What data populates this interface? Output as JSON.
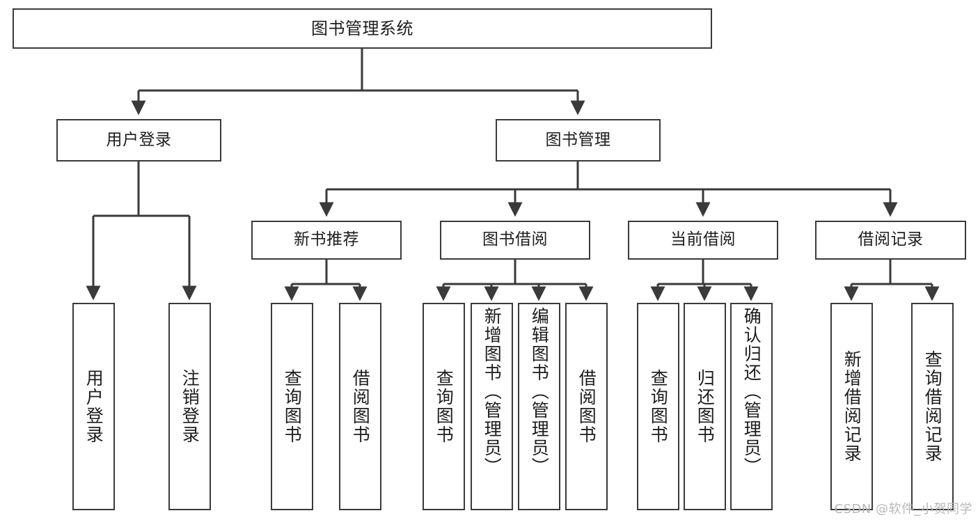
{
  "diagram": {
    "title": "图书管理系统",
    "type": "功能结构图",
    "root": {
      "id": "root",
      "label": "图书管理系统"
    },
    "level2": [
      {
        "id": "user-login",
        "label": "用户登录"
      },
      {
        "id": "book-management",
        "label": "图书管理"
      }
    ],
    "level3": [
      {
        "id": "new-book-recommend",
        "label": "新书推荐",
        "parent": "book-management"
      },
      {
        "id": "book-borrow",
        "label": "图书借阅",
        "parent": "book-management"
      },
      {
        "id": "current-borrow",
        "label": "当前借阅",
        "parent": "book-management"
      },
      {
        "id": "borrow-record",
        "label": "借阅记录",
        "parent": "book-management"
      }
    ],
    "leaves": {
      "user_login": [
        {
          "id": "leaf-user-login",
          "label": "用户登录"
        },
        {
          "id": "leaf-user-logout",
          "label": "注销登录"
        }
      ],
      "new_book_recommend": [
        {
          "id": "leaf-query-book-1",
          "label": "查询图书"
        },
        {
          "id": "leaf-borrow-book-1",
          "label": "借阅图书"
        }
      ],
      "book_borrow": [
        {
          "id": "leaf-query-book-2",
          "label": "查询图书"
        },
        {
          "id": "leaf-add-book",
          "label": "新增图书（管理员）"
        },
        {
          "id": "leaf-edit-book",
          "label": "编辑图书（管理员）"
        },
        {
          "id": "leaf-borrow-book-2",
          "label": "借阅图书"
        }
      ],
      "current_borrow": [
        {
          "id": "leaf-query-book-3",
          "label": "查询图书"
        },
        {
          "id": "leaf-return-book",
          "label": "归还图书"
        },
        {
          "id": "leaf-confirm-return",
          "label": "确认归还（管理员）"
        }
      ],
      "borrow_record": [
        {
          "id": "leaf-add-record",
          "label": "新增借阅记录"
        },
        {
          "id": "leaf-query-record",
          "label": "查询借阅记录"
        }
      ]
    },
    "colors": {
      "stroke": "#3a3a3a",
      "fill": "#ffffff",
      "text": "#1d1d1d",
      "watermark": "#b8b8b8"
    }
  },
  "watermark": {
    "text": "CSDN @软件_小贺同学"
  }
}
